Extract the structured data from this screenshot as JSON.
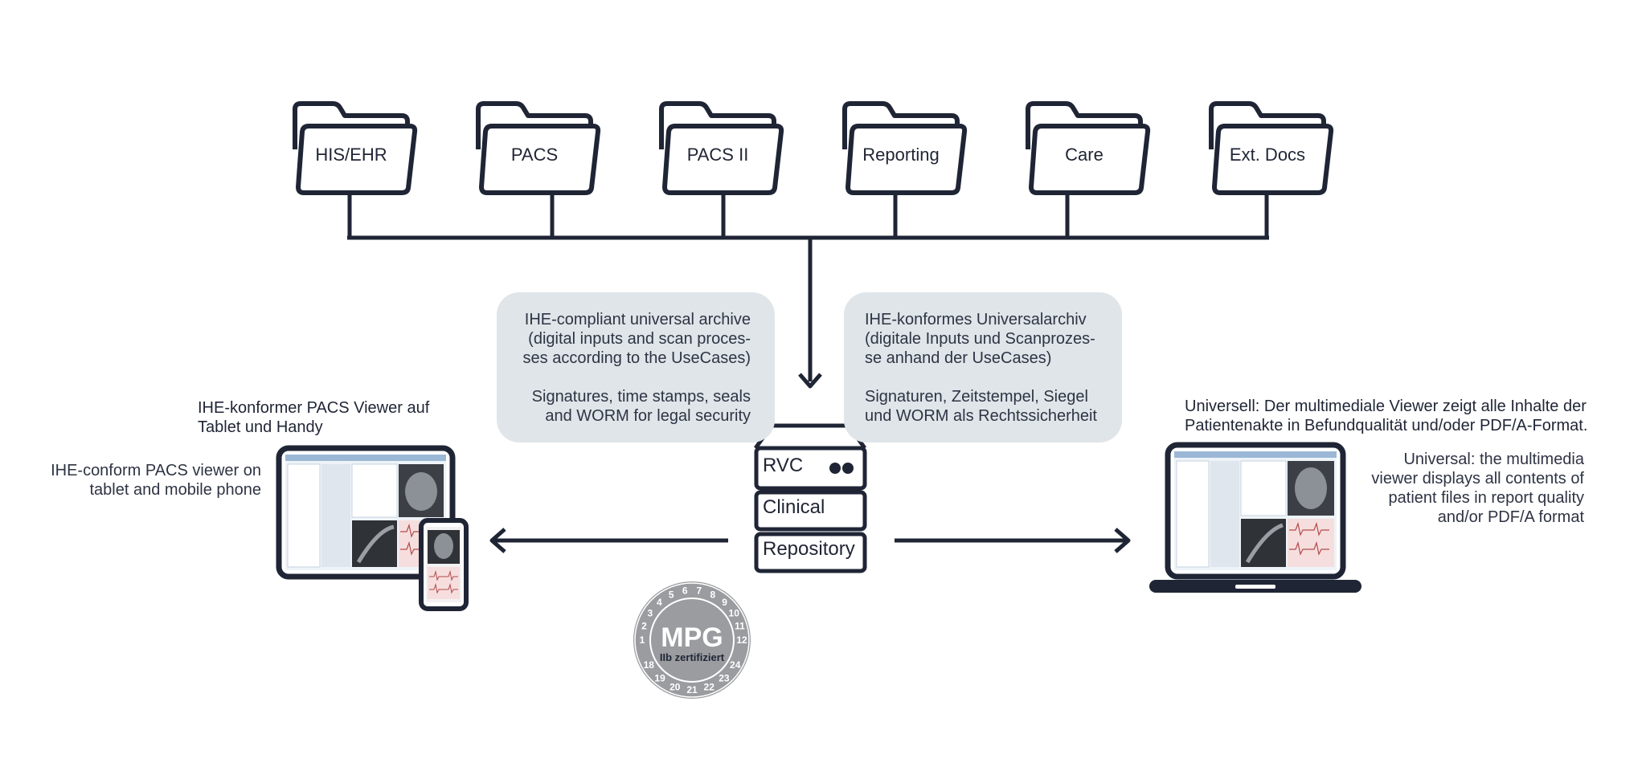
{
  "folders": [
    {
      "label": "HIS/EHR"
    },
    {
      "label": "PACS"
    },
    {
      "label": "PACS II"
    },
    {
      "label": "Reporting"
    },
    {
      "label": "Care"
    },
    {
      "label": "Ext. Docs"
    }
  ],
  "archive_en": {
    "line1": "IHE-compliant universal archive\n(digital inputs and scan proces-\nses according to the UseCases)",
    "line2": "Signatures, time stamps, seals\nand WORM for legal security"
  },
  "archive_de": {
    "line1": "IHE-konformes Universalarchiv\n(digitale Inputs und Scanprozes-\nse anhand der UseCases)",
    "line2": "Signaturen, Zeitstempel, Siegel\nund WORM als Rechtssicherheit"
  },
  "server": {
    "rows": [
      "RVC",
      "Clinical",
      "Repository"
    ]
  },
  "left_viewer": {
    "title_de": "IHE-konformer PACS Viewer auf\nTablet und Handy",
    "title_en": "IHE-conform PACS viewer on\ntablet and mobile phone"
  },
  "right_viewer": {
    "title_de": "Universell: Der multimediale Viewer zeigt alle Inhalte der\nPatientenakte in Befundqualität und/oder PDF/A-Format.",
    "title_en": "Universal: the multimedia\nviewer displays all contents of\npatient files in report quality\nand/or PDF/A format"
  },
  "seal": {
    "title": "MPG",
    "subtitle": "IIb zertifiziert",
    "top_numbers": [
      "1",
      "2",
      "3",
      "4",
      "5",
      "6",
      "7",
      "8",
      "9",
      "10",
      "11",
      "12"
    ],
    "bottom_numbers": [
      "18",
      "19",
      "20",
      "21",
      "22",
      "23",
      "24"
    ]
  },
  "colors": {
    "ink": "#1f2535",
    "box": "#dfe5e8",
    "seal": "#9a9c9f",
    "screen_blue": "#cfdff0",
    "screen_pink": "#f6dede"
  }
}
